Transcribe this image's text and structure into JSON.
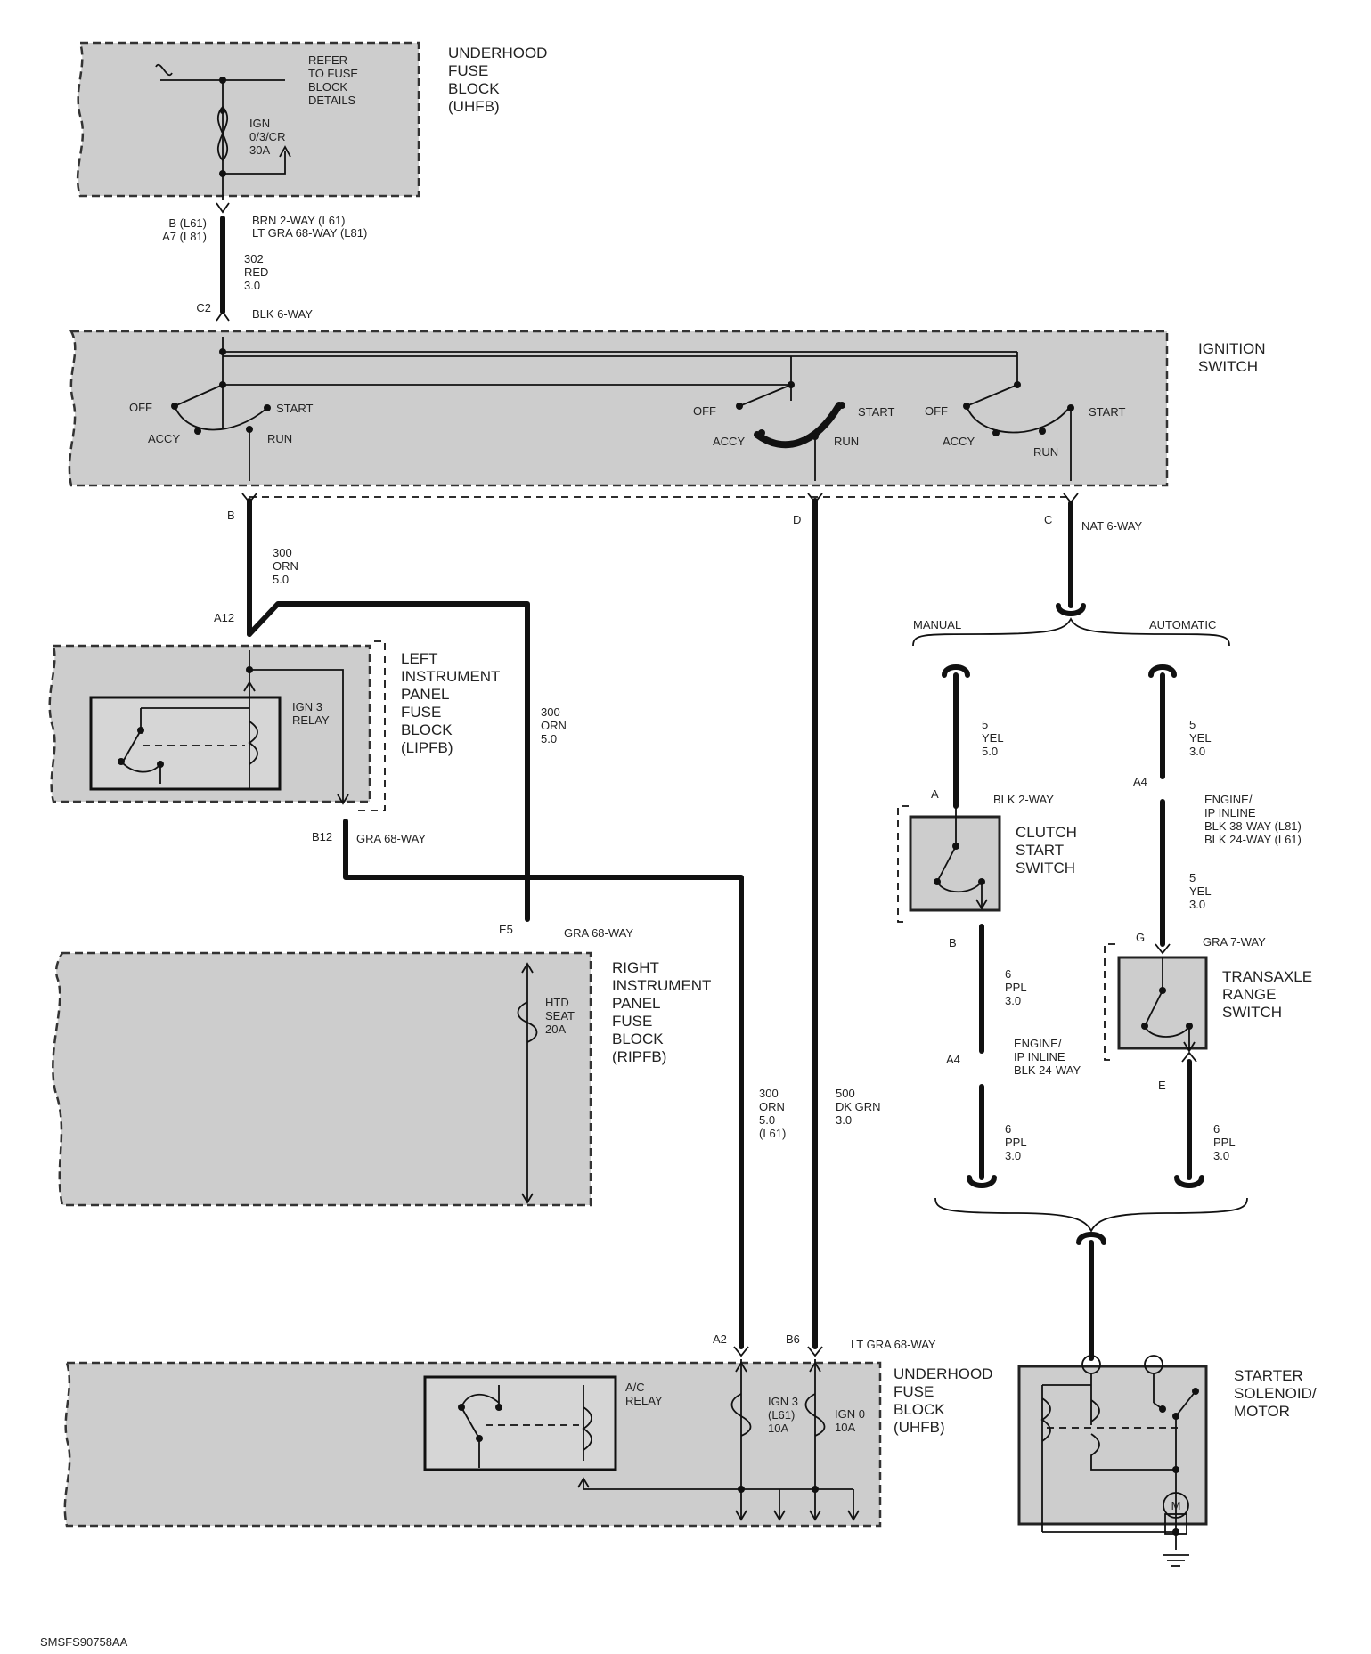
{
  "components": {
    "uhfb_top": [
      "UNDERHOOD",
      "FUSE",
      "BLOCK",
      "(UHFB)"
    ],
    "refer_note": [
      "REFER",
      "TO FUSE",
      "BLOCK",
      "DETAILS"
    ],
    "ign_fuse": [
      "IGN",
      "0/3/CR",
      "30A"
    ],
    "ignition_switch": [
      "IGNITION",
      "SWITCH"
    ],
    "lipfb": [
      "LEFT",
      "INSTRUMENT",
      "PANEL",
      "FUSE",
      "BLOCK",
      "(LIPFB)"
    ],
    "ign3_relay": [
      "IGN 3",
      "RELAY"
    ],
    "ripfb": [
      "RIGHT",
      "INSTRUMENT",
      "PANEL",
      "FUSE",
      "BLOCK",
      "(RIPFB)"
    ],
    "htd_seat_fuse": [
      "HTD",
      "SEAT",
      "20A"
    ],
    "clutch_switch": [
      "CLUTCH",
      "START",
      "SWITCH"
    ],
    "transaxle_switch": [
      "TRANSAXLE",
      "RANGE",
      "SWITCH"
    ],
    "uhfb_bottom": [
      "UNDERHOOD",
      "FUSE",
      "BLOCK",
      "(UHFB)"
    ],
    "ac_relay": [
      "A/C",
      "RELAY"
    ],
    "ign3_fuse": [
      "IGN 3",
      "(L61)",
      "10A"
    ],
    "ign0_fuse": [
      "IGN 0",
      "10A"
    ],
    "starter": [
      "STARTER",
      "SOLENOID/",
      "MOTOR"
    ],
    "starter_motor_symbol": "M"
  },
  "switch_positions": {
    "off": "OFF",
    "accy": "ACCY",
    "run": "RUN",
    "start": "START"
  },
  "transmission": {
    "manual": "MANUAL",
    "automatic": "AUTOMATIC"
  },
  "pins": {
    "b_l61": "B (L61)",
    "a7_l81": "A7 (L81)",
    "c2": "C2",
    "b": "B",
    "d": "D",
    "c": "C",
    "a12": "A12",
    "b12": "B12",
    "e5": "E5",
    "a_clutch": "A",
    "b_clutch": "B",
    "a4_manual": "A4",
    "a4_auto": "A4",
    "g": "G",
    "e": "E",
    "a2": "A2",
    "b6": "B6"
  },
  "connectors": {
    "brn_2way": "BRN 2-WAY (L61)",
    "lt_gra_68way_l81": "LT GRA 68-WAY (L81)",
    "blk_6way": "BLK 6-WAY",
    "nat_6way": "NAT 6-WAY",
    "gra_68way_b12": "GRA 68-WAY",
    "gra_68way_e5": "GRA 68-WAY",
    "blk_2way": "BLK 2-WAY",
    "engine_ip_inline_auto": [
      "ENGINE/",
      "IP INLINE",
      "BLK 38-WAY (L81)",
      "BLK 24-WAY (L61)"
    ],
    "engine_ip_inline_manual": [
      "ENGINE/",
      "IP INLINE",
      "BLK 24-WAY"
    ],
    "gra_7way": "GRA 7-WAY",
    "lt_gra_68way_bottom": "LT GRA 68-WAY"
  },
  "wires": {
    "w302": [
      "302",
      "RED",
      "3.0"
    ],
    "w300_top": [
      "300",
      "ORN",
      "5.0"
    ],
    "w300_mid": [
      "300",
      "ORN",
      "5.0"
    ],
    "w300_low": [
      "300",
      "ORN",
      "5.0",
      "(L61)"
    ],
    "w500": [
      "500",
      "DK GRN",
      "3.0"
    ],
    "w5_manual": [
      "5",
      "YEL",
      "5.0"
    ],
    "w5_auto_top": [
      "5",
      "YEL",
      "3.0"
    ],
    "w5_auto_mid": [
      "5",
      "YEL",
      "3.0"
    ],
    "w6_manual_top": [
      "6",
      "PPL",
      "3.0"
    ],
    "w6_manual_bottom": [
      "6",
      "PPL",
      "3.0"
    ],
    "w6_auto": [
      "6",
      "PPL",
      "3.0"
    ]
  },
  "diagram_code": "SMSFS90758AA"
}
